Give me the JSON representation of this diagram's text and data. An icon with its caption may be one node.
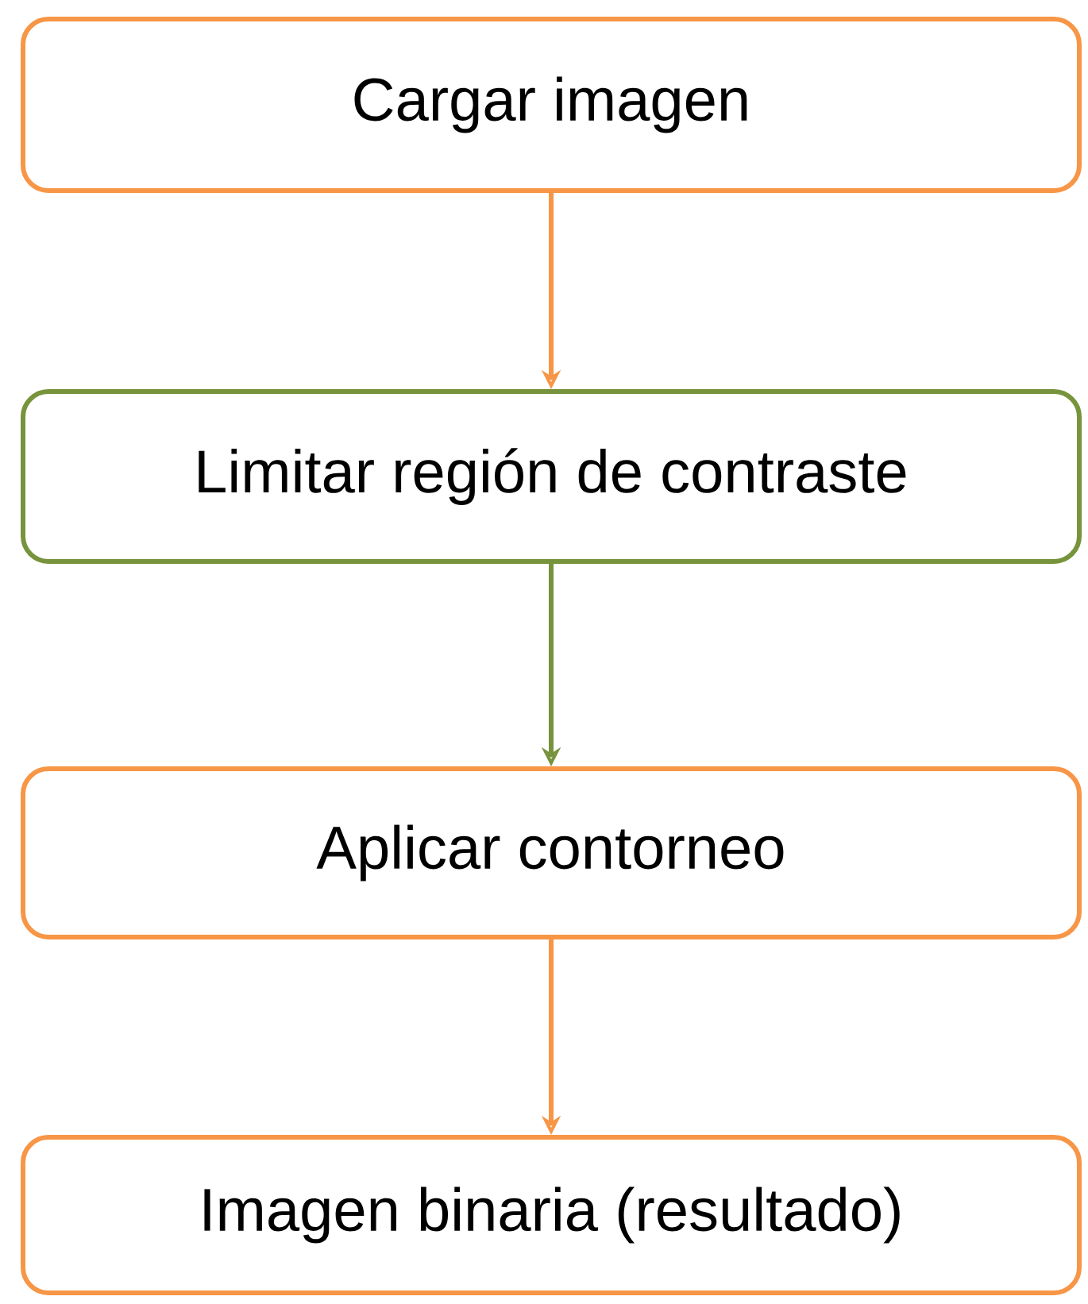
{
  "diagram": {
    "nodes": [
      {
        "text": [
          "Cargar imagen"
        ]
      },
      {
        "text": [
          "Limitar región de contraste"
        ]
      },
      {
        "text": [
          "Aplicar contorneo"
        ]
      },
      {
        "text": [
          "Imagen binaria (resultado)"
        ]
      }
    ],
    "edges": [
      {
        "from": 0,
        "to": 1,
        "arrow": "to"
      },
      {
        "from": 1,
        "to": 2,
        "arrow": "to",
        "color": "#77933c"
      },
      {
        "from": 2,
        "to": 3,
        "arrow": "to"
      }
    ]
  }
}
